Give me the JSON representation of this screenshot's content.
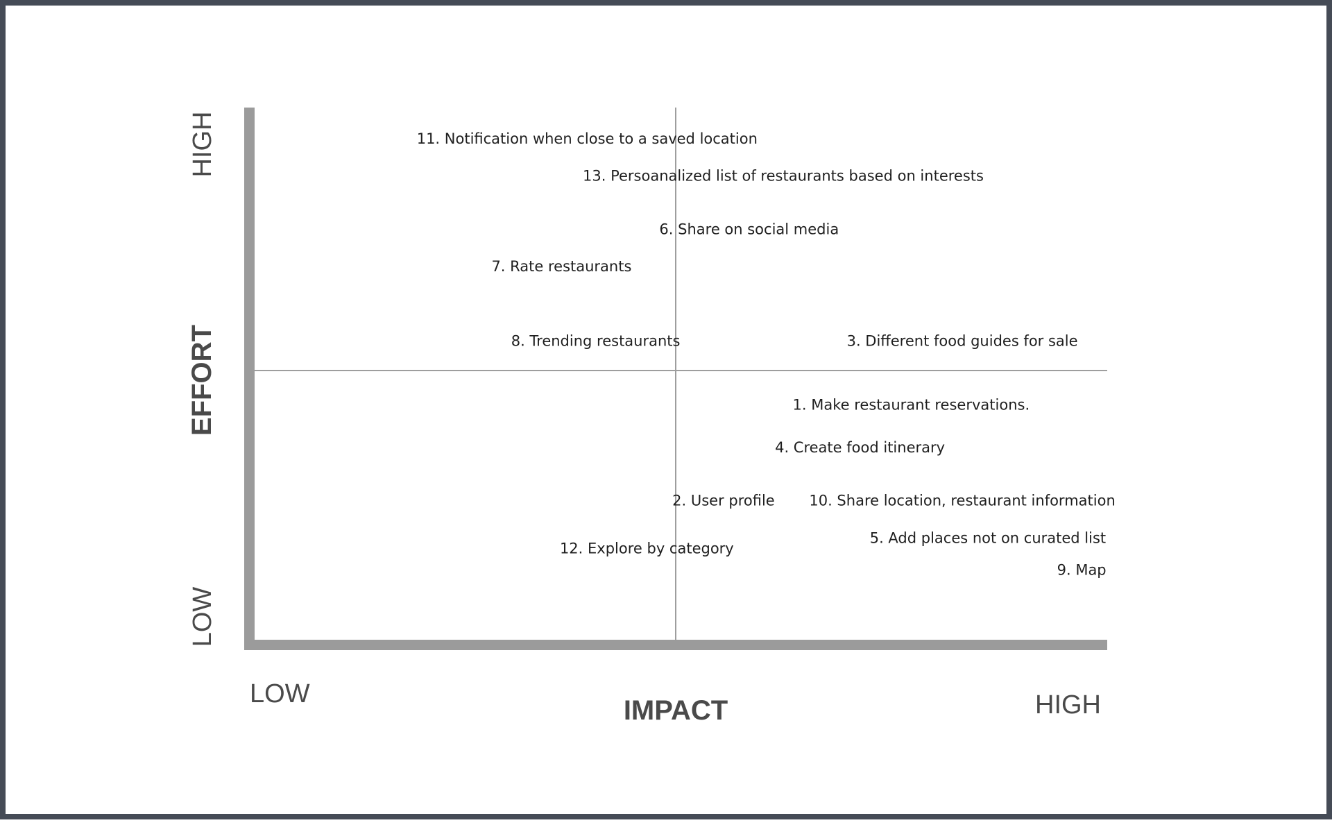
{
  "chart_data": {
    "type": "scatter",
    "title": "",
    "xlabel": "IMPACT",
    "ylabel": "EFFORT",
    "x_low_label": "LOW",
    "x_high_label": "HIGH",
    "y_low_label": "LOW",
    "y_high_label": "HIGH",
    "xlim": [
      0,
      1
    ],
    "ylim": [
      0,
      1
    ],
    "midpoint": {
      "x": 0.5,
      "y": 0.5
    },
    "grid": false,
    "legend": "none",
    "colors": {
      "axis": "#9b9b9b",
      "divider": "#9e9e9e",
      "text": "#1f1f1f",
      "label": "#4a4a4a",
      "frame": "#454b56"
    },
    "points": [
      {
        "label": "11. Notification when close to a saved location",
        "x": 0.39,
        "y": 0.94
      },
      {
        "label": "13. Persoanalized list of restaurants based on interests",
        "x": 0.62,
        "y": 0.87
      },
      {
        "label": "6. Share on social media",
        "x": 0.58,
        "y": 0.77
      },
      {
        "label": "7. Rate restaurants",
        "x": 0.36,
        "y": 0.7
      },
      {
        "label": "8. Trending restaurants",
        "x": 0.4,
        "y": 0.56
      },
      {
        "label": "3. Different food guides for sale",
        "x": 0.83,
        "y": 0.56
      },
      {
        "label": "1. Make restaurant reservations.",
        "x": 0.77,
        "y": 0.44
      },
      {
        "label": "4. Create food itinerary",
        "x": 0.71,
        "y": 0.36
      },
      {
        "label": "2. User profile",
        "x": 0.55,
        "y": 0.26
      },
      {
        "label": "10. Share location, restaurant information",
        "x": 0.83,
        "y": 0.26
      },
      {
        "label": "5. Add places not on curated list",
        "x": 0.86,
        "y": 0.19
      },
      {
        "label": "9. Map",
        "x": 0.97,
        "y": 0.13
      },
      {
        "label": "12. Explore by category",
        "x": 0.46,
        "y": 0.17
      }
    ]
  }
}
